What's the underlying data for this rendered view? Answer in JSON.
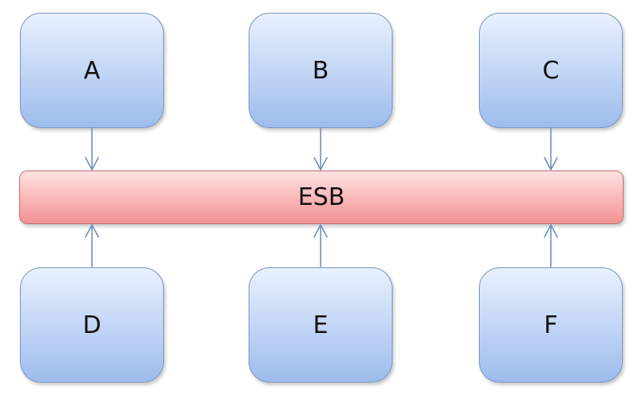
{
  "bus": {
    "label": "ESB"
  },
  "top_nodes": [
    {
      "label": "A"
    },
    {
      "label": "B"
    },
    {
      "label": "C"
    }
  ],
  "bottom_nodes": [
    {
      "label": "D"
    },
    {
      "label": "E"
    },
    {
      "label": "F"
    }
  ],
  "colors": {
    "node_fill": "#c7d9f7",
    "node_border": "#7a97c2",
    "bus_fill": "#f9b5b5",
    "bus_border": "#c07070",
    "arrow": "#6f8fbf"
  }
}
